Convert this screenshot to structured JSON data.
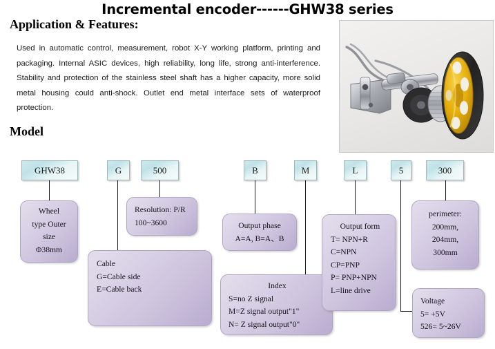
{
  "document": {
    "title": "Incremental encoder------GHW38 series"
  },
  "application": {
    "heading": "Application & Features:",
    "paragraph": "Used in automatic control, measurement, robot X-Y working platform, printing and packaging. Internal ASIC devices, high reliability, long life, strong anti-interference. Stability and protection of the stainless steel shaft has a higher capacity, more solid metal housing could anti-shock. Outlet end metal interface sets of waterproof protection."
  },
  "photo": {
    "alt_name": "wheel-type-incremental-encoder-photo",
    "wheel_color": "#e8b40f",
    "tread_color": "#2b2b2b",
    "body_color": "#b9bcc0",
    "background_color": "#eceaea"
  },
  "model": {
    "heading": "Model",
    "codes": [
      {
        "id": "ghw38",
        "label": "GHW38"
      },
      {
        "id": "g",
        "label": "G"
      },
      {
        "id": "500",
        "label": "500"
      },
      {
        "id": "b",
        "label": "B"
      },
      {
        "id": "m",
        "label": "M"
      },
      {
        "id": "l",
        "label": "L"
      },
      {
        "id": "5",
        "label": "5"
      },
      {
        "id": "300",
        "label": "300"
      }
    ],
    "descriptions": {
      "wheel_type": {
        "lines": [
          "Wheel",
          "type Outer",
          "size",
          "Φ38mm"
        ]
      },
      "cable": {
        "lines": [
          "Cable",
          "G=Cable side",
          "E=Cable back"
        ]
      },
      "resolution": {
        "lines": [
          "Resolution: P/R",
          "100~3600"
        ]
      },
      "output_phase": {
        "heading": "Output phase",
        "lines": [
          "A=A, B=A、B"
        ]
      },
      "index": {
        "heading": "Index",
        "lines": [
          "S=no Z signal",
          "M=Z signal output\"1\"",
          "N= Z signal output\"0\""
        ]
      },
      "output_form": {
        "heading": "Output form",
        "lines": [
          "T= NPN+R",
          "C=NPN",
          "CP=PNP",
          "P= PNP+NPN",
          "L=line drive"
        ]
      },
      "perimeter": {
        "lines": [
          "perimeter:",
          "200mm,",
          "204mm,",
          "300mm"
        ]
      },
      "voltage": {
        "lines": [
          "Voltage",
          "5= +5V",
          "526= 5~26V"
        ]
      }
    }
  },
  "colors": {
    "code_box_fill": "#bfe2e7",
    "desc_box_fill": "#cdc3dd",
    "connector": "#1b1b1b",
    "text": "#111111"
  }
}
